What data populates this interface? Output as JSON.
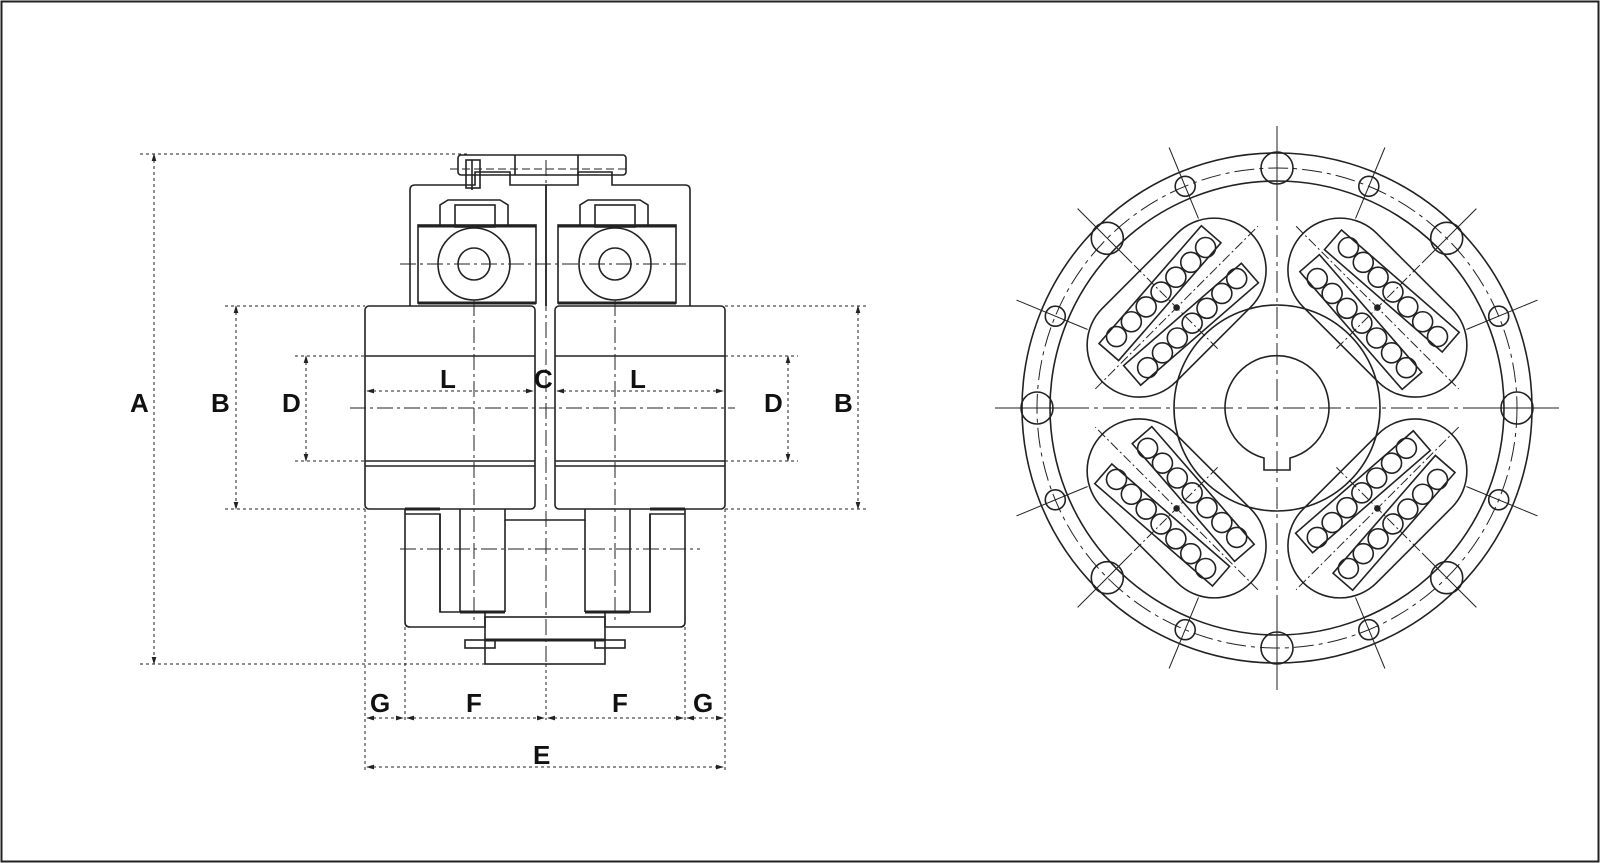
{
  "labels": {
    "A": "A",
    "B_left": "B",
    "D_left": "D",
    "L_left": "L",
    "C": "C",
    "L_right": "L",
    "D_right": "D",
    "B_right": "B",
    "G_left": "G",
    "F_left": "F",
    "F_right": "F",
    "G_right": "G",
    "E": "E"
  },
  "colors": {
    "line": "#222222",
    "background": "#ffffff"
  }
}
